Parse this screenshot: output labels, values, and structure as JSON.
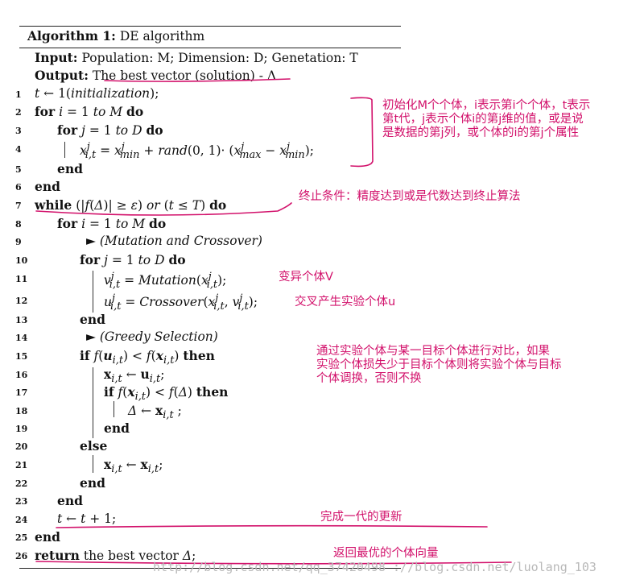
{
  "algorithm": {
    "label": "Algorithm 1:",
    "title": "DE algorithm",
    "input_label": "Input:",
    "input_text": "Population: M; Dimension: D; Genetation: T",
    "output_label": "Output:",
    "output_text": "The best vector (solution) - Δ"
  },
  "lines": [
    {
      "n": "1",
      "text": "t ← 1(initialization);"
    },
    {
      "n": "2",
      "kw": "for",
      "text": "i = 1 to M",
      "kw2": "do"
    },
    {
      "n": "3",
      "kw": "for",
      "text": "j = 1 to D",
      "kw2": "do"
    },
    {
      "n": "4",
      "text": "x^j_{i,t} = x^j_min + rand(0,1)·(x^j_max − x^j_min);"
    },
    {
      "n": "5",
      "kw": "end"
    },
    {
      "n": "6",
      "kw": "end"
    },
    {
      "n": "7",
      "kw": "while",
      "text": "(|f(Δ)| ≥ ε) or (t ≤ T)",
      "kw2": "do"
    },
    {
      "n": "8",
      "kw": "for",
      "text": "i = 1 to M",
      "kw2": "do"
    },
    {
      "n": "9",
      "text": "► (Mutation and Crossover)"
    },
    {
      "n": "10",
      "kw": "for",
      "text": "j = 1 to D",
      "kw2": "do"
    },
    {
      "n": "11",
      "text": "v^j_{i,t} = Mutation(x^j_{i,t});"
    },
    {
      "n": "12",
      "text": "u^j_{i,t} = Crossover(x^j_{i,t}, v^j_{i,t});"
    },
    {
      "n": "13",
      "kw": "end"
    },
    {
      "n": "14",
      "text": "► (Greedy Selection)"
    },
    {
      "n": "15",
      "kw": "if",
      "text": "f(u_{i,t}) < f(x_{i,t})",
      "kw2": "then"
    },
    {
      "n": "16",
      "text": "x_{i,t} ← u_{i,t};"
    },
    {
      "n": "17",
      "kw": "if",
      "text": "f(x_{i,t}) < f(Δ)",
      "kw2": "then"
    },
    {
      "n": "18",
      "text": "Δ ← x_{i,t} ;"
    },
    {
      "n": "19",
      "kw": "end"
    },
    {
      "n": "20",
      "kw": "else"
    },
    {
      "n": "21",
      "text": "x_{i,t} ← x_{i,t};"
    },
    {
      "n": "22",
      "kw": "end"
    },
    {
      "n": "23",
      "kw": "end"
    },
    {
      "n": "24",
      "text": "t ← t + 1;"
    },
    {
      "n": "25",
      "kw": "end"
    },
    {
      "n": "26",
      "kw": "return",
      "text": "the best vector Δ;"
    }
  ],
  "annotations": {
    "init_note": [
      "初始化M个个体，i表示第i个个体，t表示",
      "第t代，j表示个体i的第j维的值，或是说",
      "是数据的第j列，或个体的i的第j个属性"
    ],
    "stop_note": "终止条件：精度达到或是代数达到终止算法",
    "mutation_note": "变异个体V",
    "crossover_note": "交叉产生实验个体u",
    "selection_note": [
      "通过实验个体与某一目标个体进行对比，如果",
      "实验个体损失少于目标个体则将实验个体与目标",
      "个体调换，否则不换"
    ],
    "update_note": "完成一代的更新",
    "return_note": "返回最优的个体向量",
    "ink_color": "#d2116b"
  },
  "watermark": "http://blog.csdn.net/qq_37420498 ://blog.csdn.net/luolang_103"
}
